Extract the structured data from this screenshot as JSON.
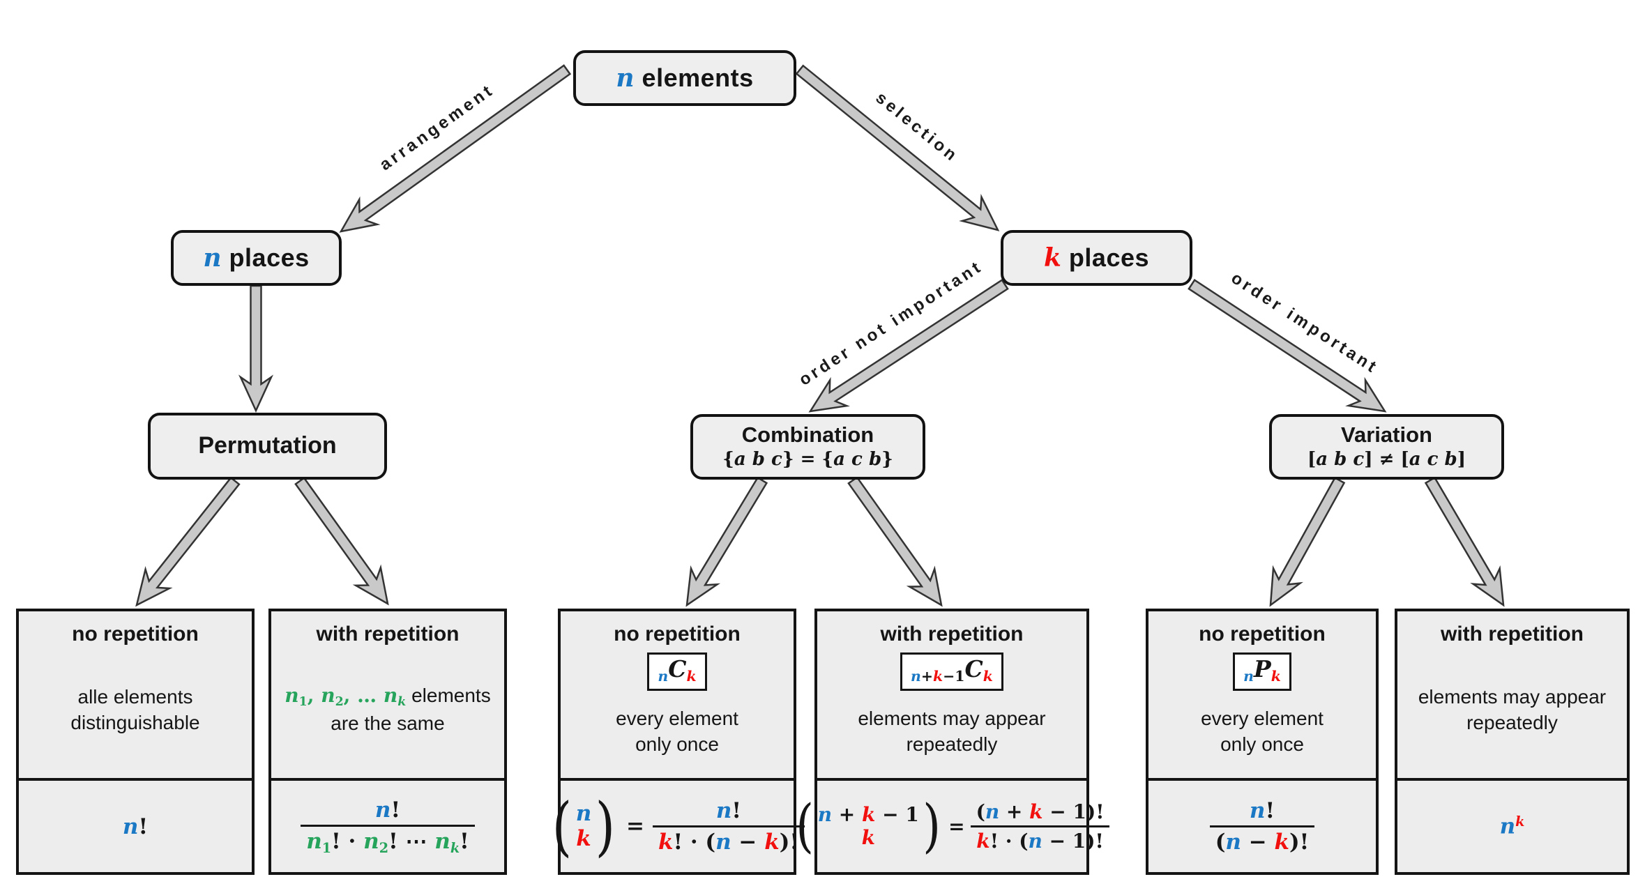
{
  "colors": {
    "blue": "#1b78c5",
    "red": "#f2100f",
    "green": "#26a45c",
    "box_fill": "#eeeeee",
    "box_border": "#121212",
    "arrow_fill": "#c9c9c9",
    "arrow_stroke": "#333333"
  },
  "nodes": {
    "root": {
      "tokens": [
        [
          "n",
          "b",
          "m"
        ],
        [
          " elements",
          "k",
          "q"
        ]
      ]
    },
    "n_places": {
      "tokens": [
        [
          "n",
          "b",
          "m"
        ],
        [
          " places",
          "k",
          "q"
        ]
      ]
    },
    "k_places": {
      "tokens": [
        [
          "k",
          "r",
          "m"
        ],
        [
          " places",
          "k",
          "q"
        ]
      ]
    },
    "permutation": {
      "title": "Permutation"
    },
    "combination": {
      "title": "Combination",
      "subtitle": [
        [
          "{",
          "k",
          "n"
        ],
        [
          "a b c",
          "k",
          "m"
        ],
        [
          "} = {",
          "k",
          "n"
        ],
        [
          "a c b",
          "k",
          "m"
        ],
        [
          "}",
          "k",
          "n"
        ]
      ]
    },
    "variation": {
      "title": "Variation",
      "subtitle": [
        [
          "[",
          "k",
          "n"
        ],
        [
          "a b c",
          "k",
          "m"
        ],
        [
          "] ≠ [",
          "k",
          "n"
        ],
        [
          "a c b",
          "k",
          "m"
        ],
        [
          "]",
          "k",
          "n"
        ]
      ]
    }
  },
  "edge_labels": {
    "arrangement": "arrangement",
    "selection": "selection",
    "order_not_important": "order not important",
    "order_important": "order important"
  },
  "leaves": [
    {
      "title": "no repetition",
      "desc": [
        [
          [
            "alle elements",
            "k",
            "p"
          ]
        ],
        [
          [
            "distinguishable",
            "k",
            "p"
          ]
        ]
      ],
      "formula": [
        [
          "n",
          "b",
          "m"
        ],
        [
          "!",
          "k",
          "n"
        ]
      ]
    },
    {
      "title": "with repetition",
      "desc": [
        [
          [
            "n",
            "g",
            "m"
          ],
          [
            "1",
            "g",
            "n",
            "s"
          ],
          [
            ", ",
            "g",
            "n"
          ],
          [
            "n",
            "g",
            "m"
          ],
          [
            "2",
            "g",
            "n",
            "s"
          ],
          [
            ", … ",
            "g",
            "n"
          ],
          [
            "n",
            "g",
            "m"
          ],
          [
            "k",
            "g",
            "m",
            "s"
          ],
          [
            " elements",
            "k",
            "p"
          ]
        ],
        [
          [
            "are the same",
            "k",
            "p"
          ]
        ]
      ],
      "frac": {
        "num": [
          [
            "n",
            "b",
            "m"
          ],
          [
            "!",
            "k",
            "n"
          ]
        ],
        "den": [
          [
            "n",
            "g",
            "m"
          ],
          [
            "1",
            "g",
            "n",
            "s"
          ],
          [
            "!",
            "k",
            "n"
          ],
          [
            " · ",
            "k",
            "n"
          ],
          [
            "n",
            "g",
            "m"
          ],
          [
            "2",
            "g",
            "n",
            "s"
          ],
          [
            "!",
            "k",
            "n"
          ],
          [
            " ⋯ ",
            "k",
            "n"
          ],
          [
            "n",
            "g",
            "m"
          ],
          [
            "k",
            "g",
            "m",
            "s"
          ],
          [
            "!",
            "k",
            "n"
          ]
        ]
      }
    },
    {
      "title": "no repetition",
      "symbol": [
        [
          "n",
          "b",
          "m",
          "s"
        ],
        [
          "C",
          "k",
          "m"
        ],
        [
          "k",
          "r",
          "m",
          "s"
        ]
      ],
      "desc": [
        [
          [
            "every element",
            "k",
            "p"
          ]
        ],
        [
          [
            "only once",
            "k",
            "p"
          ]
        ]
      ],
      "eq": "=",
      "lparen": "(",
      "rparen": ")",
      "binom": {
        "top": [
          [
            "n",
            "b",
            "m"
          ]
        ],
        "bottom": [
          [
            "k",
            "r",
            "m"
          ]
        ]
      },
      "frac": {
        "num": [
          [
            "n",
            "b",
            "m"
          ],
          [
            "!",
            "k",
            "n"
          ]
        ],
        "den": [
          [
            "k",
            "r",
            "m"
          ],
          [
            "!",
            "k",
            "n"
          ],
          [
            " · (",
            "k",
            "n"
          ],
          [
            "n",
            "b",
            "m"
          ],
          [
            " − ",
            "k",
            "n"
          ],
          [
            "k",
            "r",
            "m"
          ],
          [
            ")!",
            "k",
            "n"
          ]
        ]
      }
    },
    {
      "title": "with repetition",
      "symbol": [
        [
          "n",
          "b",
          "m",
          "s"
        ],
        [
          "+",
          "k",
          "n",
          "s"
        ],
        [
          "k",
          "r",
          "m",
          "s"
        ],
        [
          "−1",
          "k",
          "n",
          "s"
        ],
        [
          "C",
          "k",
          "m"
        ],
        [
          "k",
          "r",
          "m",
          "s"
        ]
      ],
      "desc": [
        [
          [
            "elements may appear",
            "k",
            "p"
          ]
        ],
        [
          [
            "repeatedly",
            "k",
            "p"
          ]
        ]
      ],
      "eq": "=",
      "lparen": "(",
      "rparen": ")",
      "binom": {
        "top": [
          [
            "n",
            "b",
            "m"
          ],
          [
            " + ",
            "k",
            "n"
          ],
          [
            "k",
            "r",
            "m"
          ],
          [
            " − 1",
            "k",
            "n"
          ]
        ],
        "bottom": [
          [
            "k",
            "r",
            "m"
          ]
        ]
      },
      "frac": {
        "num": [
          [
            "(",
            "k",
            "n"
          ],
          [
            "n",
            "b",
            "m"
          ],
          [
            " + ",
            "k",
            "n"
          ],
          [
            "k",
            "r",
            "m"
          ],
          [
            " − 1",
            "k",
            "n"
          ],
          [
            ")!",
            "k",
            "n"
          ]
        ],
        "den": [
          [
            "k",
            "r",
            "m"
          ],
          [
            "!",
            "k",
            "n"
          ],
          [
            " · (",
            "k",
            "n"
          ],
          [
            "n",
            "b",
            "m"
          ],
          [
            " − 1",
            "k",
            "n"
          ],
          [
            ")!",
            "k",
            "n"
          ]
        ]
      }
    },
    {
      "title": "no repetition",
      "symbol": [
        [
          "n",
          "b",
          "m",
          "s"
        ],
        [
          "P",
          "k",
          "m"
        ],
        [
          "k",
          "r",
          "m",
          "s"
        ]
      ],
      "desc": [
        [
          [
            "every element",
            "k",
            "p"
          ]
        ],
        [
          [
            "only once",
            "k",
            "p"
          ]
        ]
      ],
      "frac": {
        "num": [
          [
            "n",
            "b",
            "m"
          ],
          [
            "!",
            "k",
            "n"
          ]
        ],
        "den": [
          [
            "(",
            "k",
            "n"
          ],
          [
            "n",
            "b",
            "m"
          ],
          [
            " − ",
            "k",
            "n"
          ],
          [
            "k",
            "r",
            "m"
          ],
          [
            ")!",
            "k",
            "n"
          ]
        ]
      }
    },
    {
      "title": "with repetition",
      "desc": [
        [
          [
            "elements may appear",
            "k",
            "p"
          ]
        ],
        [
          [
            "repeatedly",
            "k",
            "p"
          ]
        ]
      ],
      "formula": [
        [
          "n",
          "b",
          "m"
        ],
        [
          "k",
          "r",
          "m",
          "u"
        ]
      ]
    }
  ]
}
